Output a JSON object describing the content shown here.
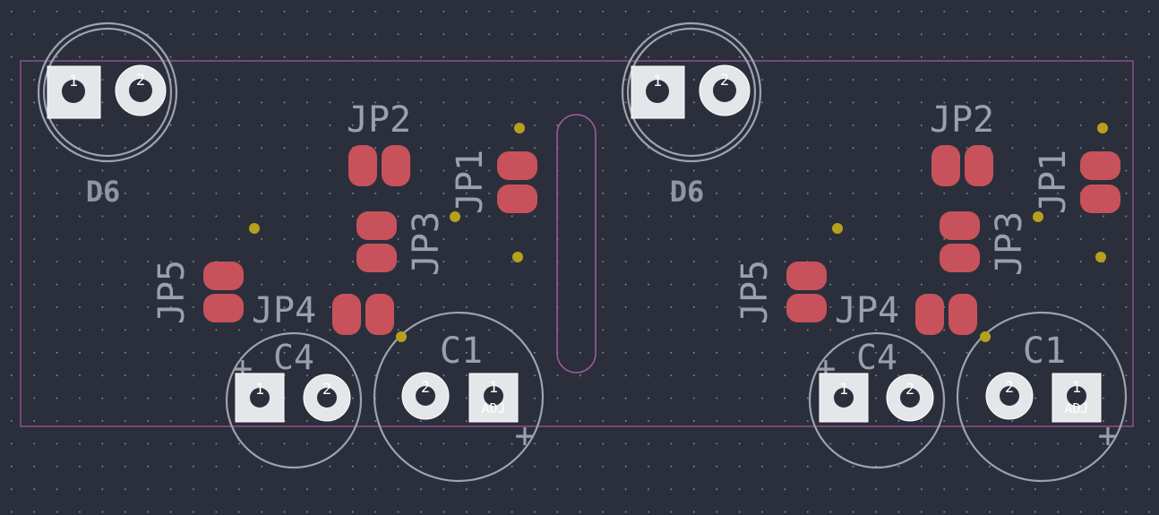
{
  "view": {
    "colors": {
      "background": "#2b2f3b",
      "grid_dot": "#8b90a0",
      "board_outline": "#a25ba4",
      "silkscreen": "#9ea3af",
      "pad": "#e4e6ea",
      "smd_jumper": "#c8525c",
      "via": "#b7a01d"
    }
  },
  "board": {
    "cells": [
      {
        "refs": {
          "d6": "D6",
          "jp1": "JP1",
          "jp2": "JP2",
          "jp3": "JP3",
          "jp4": "JP4",
          "jp5": "JP5",
          "c4": "C4",
          "c1": "C1"
        },
        "pads": {
          "d6_pin1": "1",
          "d6_pin2": "2",
          "c4_pin1": "1",
          "c4_pin2": "2",
          "c1_pin1": "1",
          "c1_pin2": "2",
          "c1_adj": "ADJ"
        },
        "polarity_mark": "+"
      },
      {
        "refs": {
          "d6": "D6",
          "jp1": "JP1",
          "jp2": "JP2",
          "jp3": "JP3",
          "jp4": "JP4",
          "jp5": "JP5",
          "c4": "C4",
          "c1": "C1"
        },
        "pads": {
          "d6_pin1": "1",
          "d6_pin2": "2",
          "c4_pin1": "1",
          "c4_pin2": "2",
          "c1_pin1": "1",
          "c1_pin2": "2",
          "c1_adj": "ADJ"
        },
        "polarity_mark": "+"
      }
    ]
  }
}
